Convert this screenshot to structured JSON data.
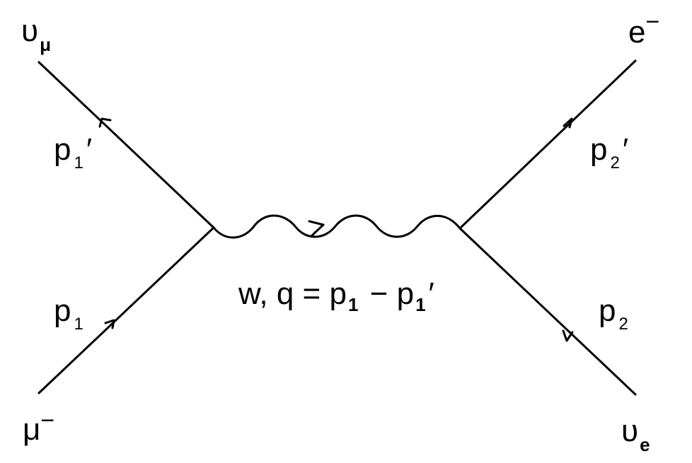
{
  "diagram": {
    "line_color": "#000000",
    "background": "#ffffff",
    "particles": {
      "top_left": {
        "base": "υ",
        "sub": "μ"
      },
      "bottom_left": {
        "base": "μ",
        "sup": "−"
      },
      "top_right": {
        "base": "e",
        "sup": "−"
      },
      "bottom_right": {
        "base": "υ",
        "sub": "e"
      }
    },
    "momenta": {
      "p1_prime": {
        "base": "p",
        "sub": "1",
        "prime": "′"
      },
      "p1": {
        "base": "p",
        "sub": "1"
      },
      "p2_prime": {
        "base": "p",
        "sub": "2",
        "prime": "′"
      },
      "p2": {
        "base": "p",
        "sub": "2"
      }
    },
    "propagator_label": {
      "boson": "w,",
      "q": "q",
      "equals": "=",
      "p_a": "p",
      "p_a_sub": "1",
      "minus": "−",
      "p_b": "p",
      "p_b_sub": "1",
      "prime": "′"
    }
  }
}
